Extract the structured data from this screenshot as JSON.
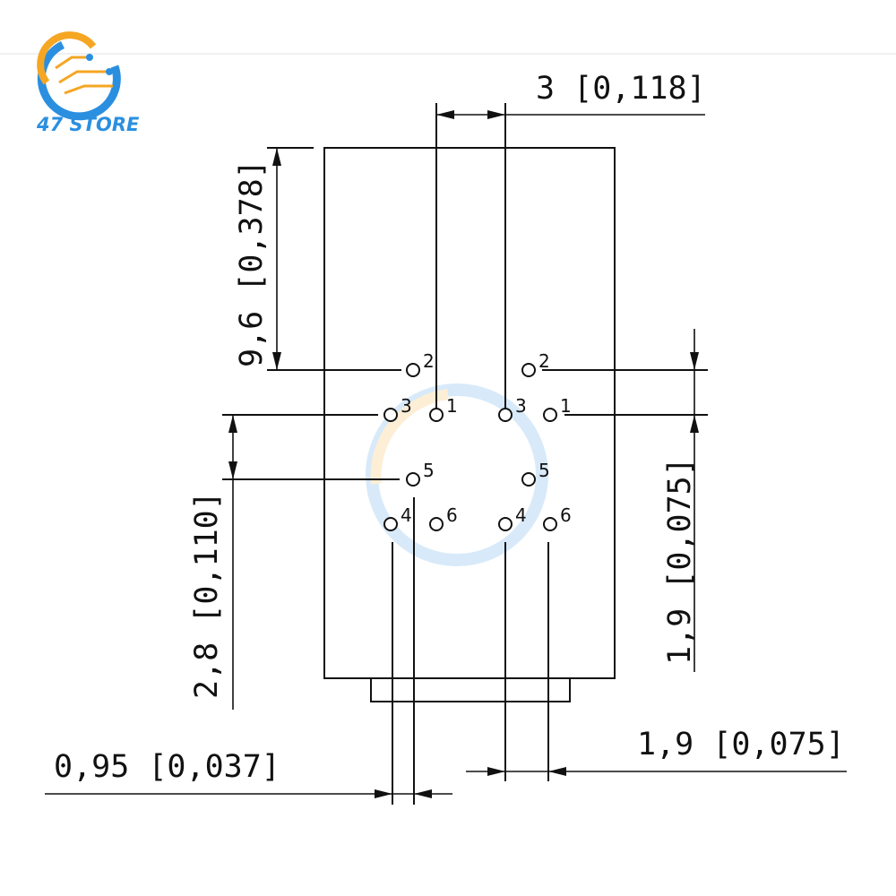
{
  "brand": {
    "name": "47 STORE",
    "primary_color": "#2b8fe0",
    "accent_color": "#f5a623"
  },
  "dimensions": {
    "top_spacing": "3 [0,118]",
    "top_height": "9,6 [0,378]",
    "left_height": "2,8 [0,110]",
    "right_height": "1,9 [0,075]",
    "bottom_left_width": "0,95 [0,037]",
    "bottom_right_width": "1,9 [0,075]"
  },
  "left_pins": {
    "p1": "1",
    "p2": "2",
    "p3": "3",
    "p4": "4",
    "p5": "5",
    "p6": "6"
  },
  "right_pins": {
    "p1": "1",
    "p2": "2",
    "p3": "3",
    "p4": "4",
    "p5": "5",
    "p6": "6"
  },
  "colors": {
    "line": "#111111",
    "background": "#ffffff"
  }
}
